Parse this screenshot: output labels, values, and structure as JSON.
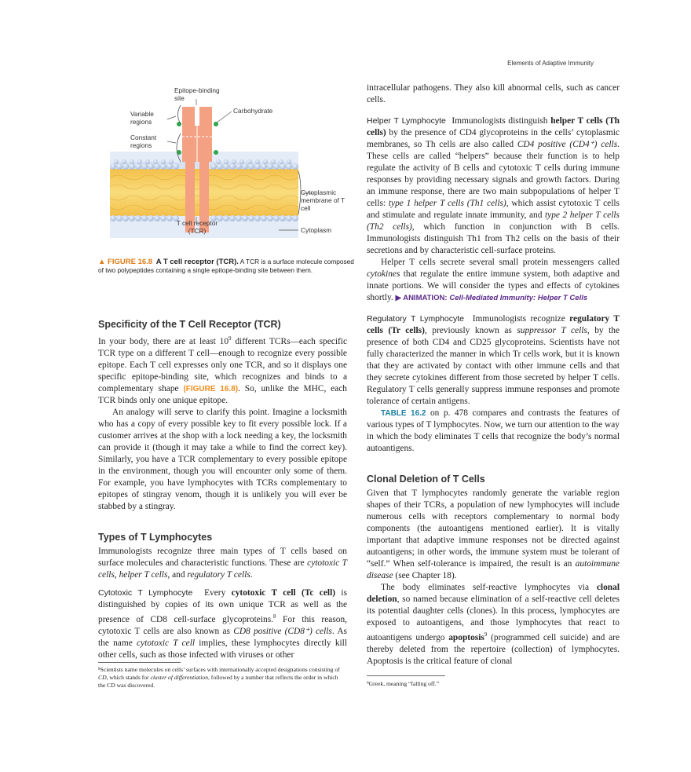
{
  "header": "Elements of Adaptive Immunity",
  "figure": {
    "labels": {
      "epitope": "Epitope-binding site",
      "variable": "Variable regions",
      "constant": "Constant regions",
      "carbohydrate": "Carbohydrate",
      "membrane": "Cytoplasmic membrane of T cell",
      "tcr": "T cell receptor (TCR)",
      "cytoplasm": "Cytoplasm"
    },
    "caption_fig": "▲ FIGURE 16.8",
    "caption_title": "A T cell receptor (TCR).",
    "caption_text": "A TCR is a surface molecule composed of two polypeptides containing a single epitope-binding site between them."
  },
  "left": {
    "h1": "Specificity of the T Cell Receptor (TCR)",
    "p1a": "In your body, there are at least 10",
    "p1sup": "9",
    "p1b": " different TCRs—each specific TCR type on a different T cell—enough to recognize every possible epitope. Each T cell expresses only one TCR, and so it displays one specific epitope-binding site, which recognizes and binds to a complementary shape ",
    "p1ref": "(FIGURE 16.8)",
    "p1c": ". So, unlike the MHC, each TCR binds only one unique epitope.",
    "p2": "An analogy will serve to clarify this point. Imagine a locksmith who has a copy of every possible key to fit every possible lock. If a customer arrives at the shop with a lock needing a key, the locksmith can provide it (though it may take a while to find the correct key). Similarly, you have a TCR complementary to every possible epitope in the environment, though you will encounter only some of them. For example, you have lymphocytes with TCRs complementary to epitopes of stingray venom, though it is unlikely you will ever be stabbed by a stingray.",
    "h2": "Types of T Lymphocytes",
    "p3a": "Immunologists recognize three main types of T cells based on surface molecules and characteristic functions. These are ",
    "p3i1": "cytotoxic T cells",
    "p3b": ", ",
    "p3i2": "helper T cells",
    "p3c": ", and ",
    "p3i3": "regulatory T cells",
    "p3d": ".",
    "rh1": "Cytotoxic T Lymphocyte",
    "p4a": "Every ",
    "p4b1": "cytotoxic T cell (Tc cell)",
    "p4b": " is distinguished by copies of its own unique TCR as well as the presence of CD8 cell-surface glycoproteins.",
    "p4sup": "8",
    "p4c": " For this reason, cytotoxic T cells are also known as ",
    "p4i1": "CD8 positive (CD8⁺) cells",
    "p4d": ". As the name ",
    "p4i2": "cytotoxic T cell",
    "p4e": " implies, these lymphocytes directly kill other cells, such as those infected with viruses or other",
    "fn_a": "⁸Scientists name molecules on cells’ surfaces with internationally accepted designations consisting of ",
    "fn_i1": "CD",
    "fn_b": ", which stands for ",
    "fn_i2": "cluster of differentiation",
    "fn_c": ", followed by a number that reflects the order in which the CD was discovered."
  },
  "right": {
    "p0": "intracellular pathogens. They also kill abnormal cells, such as cancer cells.",
    "rh2": "Helper T Lymphocyte",
    "p5a": "Immunologists distinguish ",
    "p5b1": "helper T cells (Th cells)",
    "p5b": " by the presence of CD4 glycoproteins in the cells’ cytoplasmic membranes, so Th cells are also called ",
    "p5i1": "CD4 positive (CD4⁺) cells",
    "p5c": ". These cells are called “helpers” because their function is to help regulate the activity of B cells and cytotoxic T cells during immune responses by providing necessary signals and growth factors. During an immune response, there are two main subpopulations of helper T cells: ",
    "p5i2": "type 1 helper T cells (Th1 cells),",
    "p5d": " which assist cytotoxic T cells and stimulate and regulate innate immunity, and ",
    "p5i3": "type 2 helper T cells (Th2 cells),",
    "p5e": " which function in conjunction with B cells. Immunologists distinguish Th1 from Th2 cells on the basis of their secretions and by characteristic cell-surface proteins.",
    "p6a": "Helper T cells secrete several small protein messengers called ",
    "p6i": "cytokines",
    "p6b": " that regulate the entire immune system, both adaptive and innate portions. We will consider the types and effects of cytokines shortly. ",
    "p6anim": "▶ ANIMATION:",
    "p6animt": "Cell-Mediated Immunity: Helper T Cells",
    "rh3": "Regulatory T Lymphocyte",
    "p7a": "Immunologists recognize ",
    "p7b1": "regulatory T cells (Tr cells)",
    "p7b": ", previously known as ",
    "p7i": "suppressor T cells",
    "p7c": ", by the presence of both CD4 and CD25 glycoproteins. Scientists have not fully characterized the manner in which Tr cells work, but it is known that they are activated by contact with other immune cells and that they secrete cytokines different from those secreted by helper T cells. Regulatory T cells generally suppress immune responses and promote tolerance of certain antigens.",
    "p8ref": "TABLE 16.2",
    "p8": " on p. 478 compares and contrasts the features of various types of T lymphocytes. Now, we turn our attention to the way in which the body eliminates T cells that recognize the body’s normal autoantigens.",
    "h3": "Clonal Deletion of T Cells",
    "p9a": "Given that T lymphocytes randomly generate the variable region shapes of their TCRs, a population of new lymphocytes will include numerous cells with receptors complementary to normal body components (the autoantigens mentioned earlier). It is vitally important that adaptive immune responses not be directed against autoantigens; in other words, the immune system must be tolerant of “self.” When self-tolerance is impaired, the result is an ",
    "p9i": "autoimmune disease",
    "p9b": " (see Chapter 18).",
    "p10a": "The body eliminates self-reactive lymphocytes via ",
    "p10b1": "clonal deletion",
    "p10b": ", so named because elimination of a self-reactive cell deletes its potential daughter cells (clones). In this process, lymphocytes are exposed to autoantigens, and those lymphocytes that react to autoantigens undergo ",
    "p10b2": "apoptosis",
    "p10sup": "9",
    "p10c": " (programmed cell suicide) and are thereby deleted from the repertoire (collection) of lymphocytes. Apoptosis is the critical feature of clonal",
    "fn2": "⁹Greek, meaning “falling off.”"
  },
  "colors": {
    "figure_orange": "#e07b16",
    "table_teal": "#1e7fa3",
    "animation_purple": "#5a2a8a",
    "receptor": "#f3a083",
    "membrane_blue": "#c8d8ef",
    "membrane_yellow": "#f5c94a"
  }
}
